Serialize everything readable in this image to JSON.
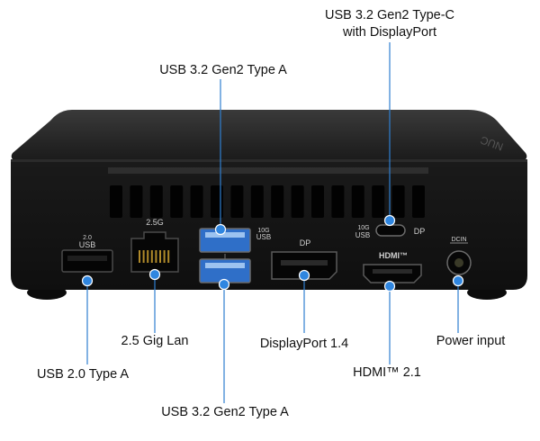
{
  "callouts": {
    "usb_c": "USB 3.2 Gen2 Type-C\nwith DisplayPort",
    "usb_a_top": "USB 3.2 Gen2 Type A",
    "lan": "2.5 Gig Lan",
    "usb2": "USB 2.0 Type A",
    "displayport": "DisplayPort 1.4",
    "usb_a_bottom": "USB 3.2 Gen2 Type A",
    "hdmi": "HDMI™ 2.1",
    "power": "Power input"
  },
  "port_labels": {
    "usb2_ver": "2.0",
    "usb2_usb": "USB",
    "lan_speed": "2.5G",
    "usb_10g": "10G",
    "usb_usb": "USB",
    "dp": "DP",
    "c_10g": "10G",
    "c_usb": "USB",
    "c_dp": "DP",
    "hdmi_logo": "HDMI™",
    "dcin": "DCIN"
  },
  "colors": {
    "accent": "#2f86e0",
    "usb3_port": "#2f6fc8",
    "chassis": "#141414"
  }
}
